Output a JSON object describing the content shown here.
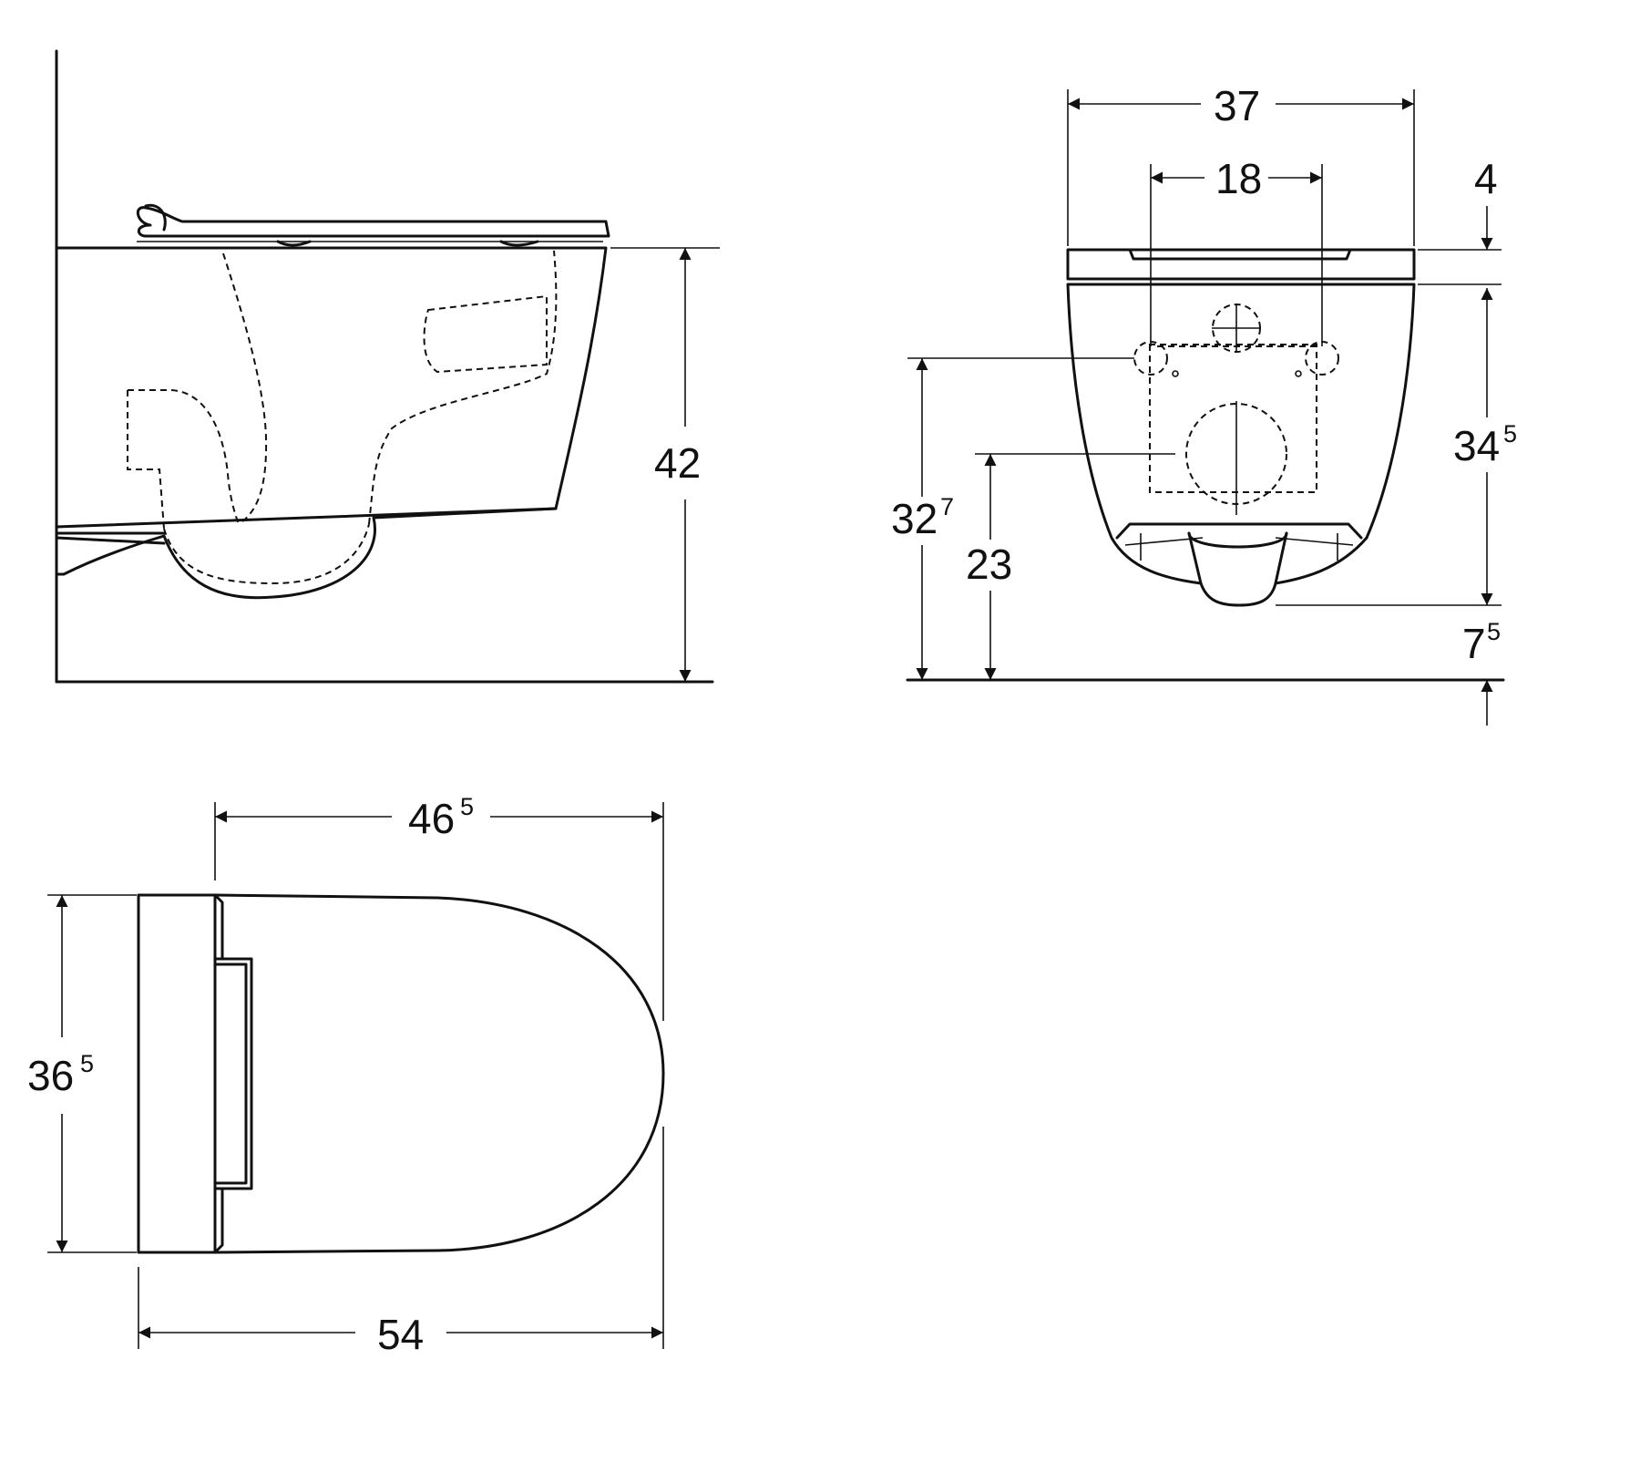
{
  "side_view": {
    "height": {
      "main": "42"
    }
  },
  "front_view": {
    "width": {
      "main": "37"
    },
    "fixing_distance": {
      "main": "18"
    },
    "seat_offset": {
      "main": "4"
    },
    "bowl_height": {
      "main": "34",
      "sup": "5"
    },
    "fixing_height": {
      "main": "32",
      "sup": "7"
    },
    "outlet_height": {
      "main": "23"
    },
    "bottom_offset": {
      "main": "7",
      "sup": "5"
    }
  },
  "top_view": {
    "seat_length": {
      "main": "46",
      "sup": "5"
    },
    "width": {
      "main": "36",
      "sup": "5"
    },
    "total_length": {
      "main": "54"
    }
  }
}
